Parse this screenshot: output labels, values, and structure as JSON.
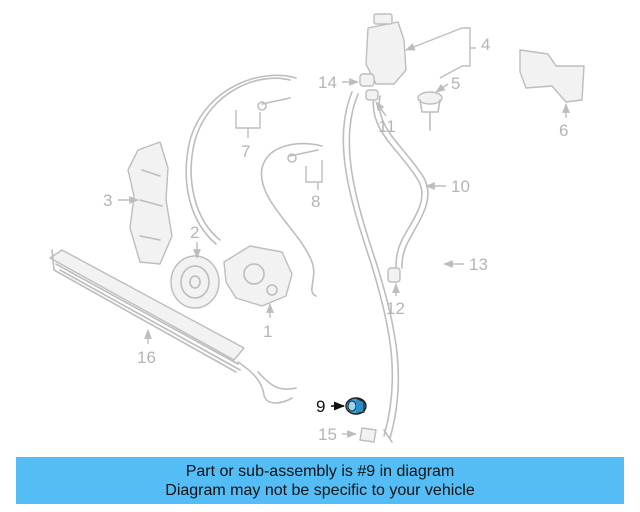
{
  "diagram": {
    "callouts": [
      "1",
      "2",
      "3",
      "4",
      "5",
      "6",
      "7",
      "8",
      "9",
      "10",
      "11",
      "12",
      "13",
      "14",
      "15",
      "16"
    ],
    "highlighted": "9",
    "colors": {
      "part": "#bdbdbd",
      "highlight": "#3ba7e0",
      "banner": "#55bdf5"
    }
  },
  "banner": {
    "line1": "Part or sub-assembly is #9 in diagram",
    "line2": "Diagram may not be specific to your vehicle"
  }
}
